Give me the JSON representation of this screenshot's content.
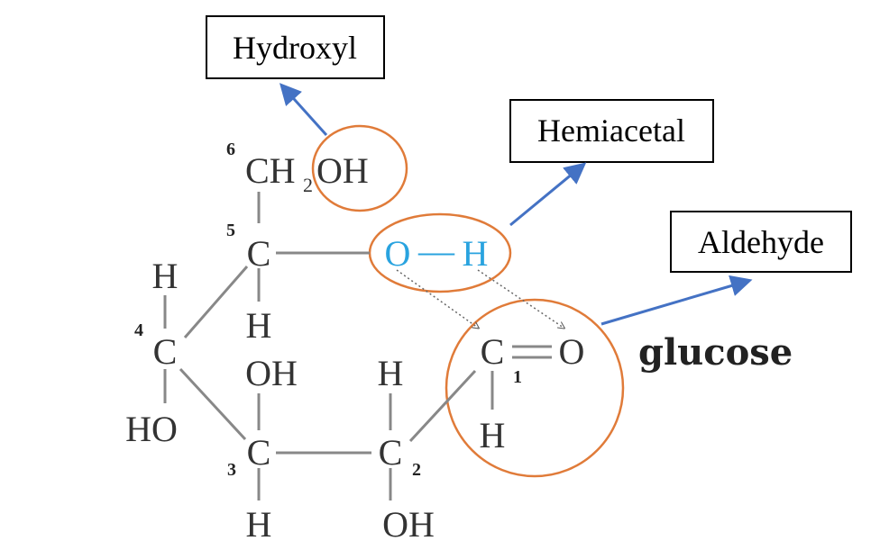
{
  "labels": {
    "hydroxyl": "Hydroxyl",
    "hemiacetal": "Hemiacetal",
    "aldehyde": "Aldehyde"
  },
  "molecule_name": "glucose",
  "atoms": {
    "c6_group": "CH",
    "c6_sub": "2",
    "c6_oh": "OH",
    "c5": "C",
    "c5_h": "H",
    "o_ring": "O",
    "o_h_bond": "—",
    "h_ring": "H",
    "c4": "C",
    "c4_h": "H",
    "c4_ho": "HO",
    "c3": "C",
    "c3_oh": "OH",
    "c3_h": "H",
    "c2": "C",
    "c2_h": "H",
    "c2_oh": "OH",
    "c1": "C",
    "c1_o": "O",
    "c1_h": "H"
  },
  "numbers": {
    "n6": "6",
    "n5": "5",
    "n4": "4",
    "n3": "3",
    "n2": "2",
    "n1": "1"
  },
  "colors": {
    "highlight_ring": "#e07b39",
    "arrow": "#4472c4",
    "hemiacetal_atoms": "#29a3df"
  }
}
